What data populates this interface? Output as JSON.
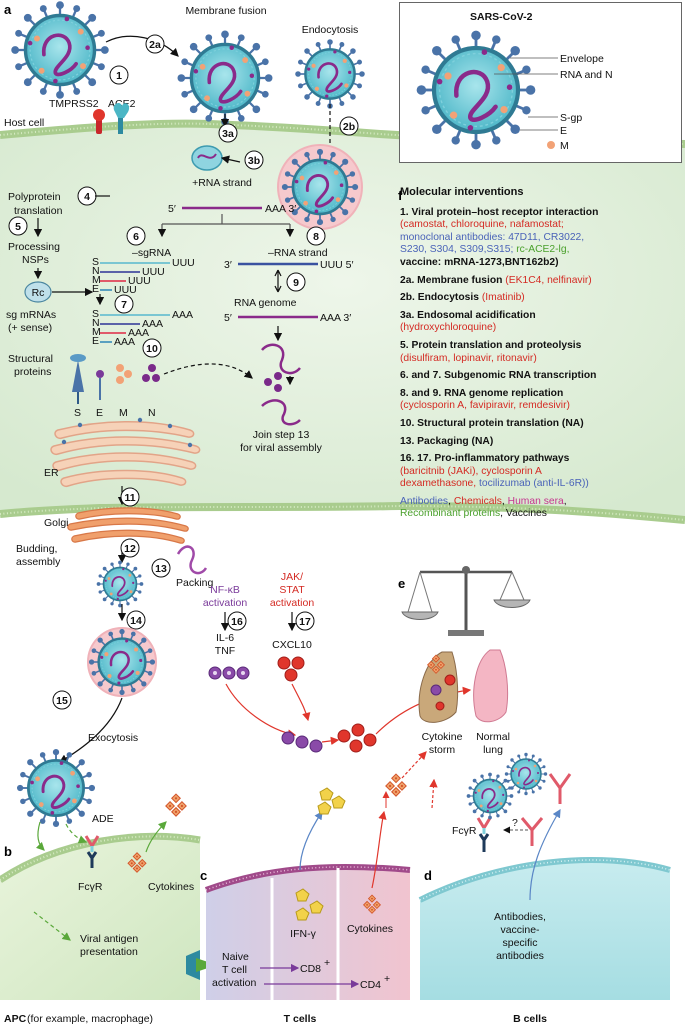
{
  "panels": {
    "a": "a",
    "b": "b",
    "c": "c",
    "d": "d",
    "e": "e",
    "f": "f"
  },
  "labels": {
    "membrane_fusion": "Membrane fusion",
    "endocytosis": "Endocytosis",
    "tmprss2": "TMPRSS2",
    "ace2": "ACE2",
    "host_cell": "Host cell",
    "polyprotein": "Polyprotein",
    "translation": "translation",
    "processing": "Processing",
    "nsps": "NSPs",
    "rc": "Rc",
    "plus_rna": "+RNA strand",
    "five_prime": "5′",
    "aaa3": "AAA 3′",
    "minus_sgrna": "–sgRNA",
    "minus_rna": "–RNA strand",
    "three_prime": "3′",
    "uuu5": "UUU 5′",
    "uuu": "UUU",
    "aaa": "AAA",
    "rna_genome": "RNA genome",
    "sg_mrnas": "sg mRNAs",
    "plus_sense": "(+ sense)",
    "structural": "Structural",
    "proteins": "proteins",
    "s": "S",
    "e": "E",
    "m": "M",
    "n": "N",
    "join1": "Join step 13",
    "join2": "for viral assembly",
    "er": "ER",
    "golgi": "Golgi",
    "budding": "Budding,",
    "assembly": "assembly",
    "packing": "Packing",
    "nfkb1": "NF-κB",
    "nfkb2": "activation",
    "jak1": "JAK/",
    "jak2": "STAT",
    "jak3": "activation",
    "il6": "IL-6",
    "tnf": "TNF",
    "cxcl10": "CXCL10",
    "exocytosis": "Exocytosis",
    "ade": "ADE",
    "fcgr": "FcγR",
    "cytokines": "Cytokines",
    "viral_antigen": "Viral antigen",
    "presentation": "presentation",
    "apc_bold": "APC",
    "apc_rest": " (for example, macrophage)",
    "t_cells": "T cells",
    "b_cells": "B cells",
    "ifng": "IFN-γ",
    "naive": "Naive",
    "tcell": "T cell",
    "activation": "activation",
    "cd8": "CD8",
    "cd4": "CD4",
    "plus": "+",
    "q": "?",
    "antibodies1": "Antibodies,",
    "antibodies2": "vaccine-",
    "antibodies3": "specific",
    "antibodies4": "antibodies",
    "cytokine": "Cytokine",
    "storm": "storm",
    "normal": "Normal",
    "lung": "lung"
  },
  "steps": [
    "1",
    "2a",
    "2b",
    "3a",
    "3b",
    "4",
    "5",
    "6",
    "7",
    "8",
    "9",
    "10",
    "11",
    "12",
    "13",
    "14",
    "15",
    "16",
    "17"
  ],
  "sars_box": {
    "title": "SARS-CoV-2",
    "envelope": "Envelope",
    "rna_n": "RNA and N",
    "sgp": "S-gp",
    "e": "E",
    "m": "M"
  },
  "interventions": {
    "title": "Molecular interventions",
    "i1_head": "1. Viral protein–host receptor interaction",
    "i1_red": "(camostat, chloroquine, nafamostat;",
    "i1_blue1": "monoclonal antibodies: 47D11, CR3022,",
    "i1_blue2": "S230, S304, S309,S315;",
    "i1_green": " rc-ACE2-lg,",
    "i1_vaccine": "vaccine: mRNA-1273,BNT162b2)",
    "i2a_head": "2a. Membrane fusion ",
    "i2a_red": "(EK1C4, nelfinavir)",
    "i2b_head": "2b. Endocytosis ",
    "i2b_red": "(Imatinib)",
    "i3a_head": "3a. Endosomal acidification",
    "i3a_red": "(hydroxychloroquine)",
    "i5_head": "5. Protein translation and proteolysis",
    "i5_red": "(disulfiram, lopinavir, ritonavir)",
    "i6_head": "6. and 7. Subgenomic RNA transcription",
    "i8_head": "8. and 9. RNA genome replication",
    "i8_red": "(cyclosporin A, favipiravir, remdesivir)",
    "i10_head": "10. Structural protein translation (NA)",
    "i13_head": "13. Packaging (NA)",
    "i16_head": "16. 17. Pro-inflammatory pathways",
    "i16_red1": "(baricitnib (JAKi), cyclosporin A",
    "i16_red2": "dexamethasone, ",
    "i16_blue": "tocilizumab (anti-IL-6R))",
    "legend_antibodies": "Antibodies",
    "legend_chemicals": "Chemicals",
    "legend_sera": "Human sera",
    "legend_recombinant": "Recombinant proteins",
    "legend_vaccines": "Vaccines",
    "comma": ", "
  },
  "colors": {
    "cell_fill": "#e3f0dc",
    "membrane": "#b9d79f",
    "virus_teal": "#7fd0dc",
    "spike": "#4a73a8",
    "rna": "#8a2a8a",
    "red": "#d42a23",
    "blue": "#4a63b8",
    "green": "#4aa02c",
    "pink": "#c6348e",
    "endosome": "#f6c9cd"
  }
}
